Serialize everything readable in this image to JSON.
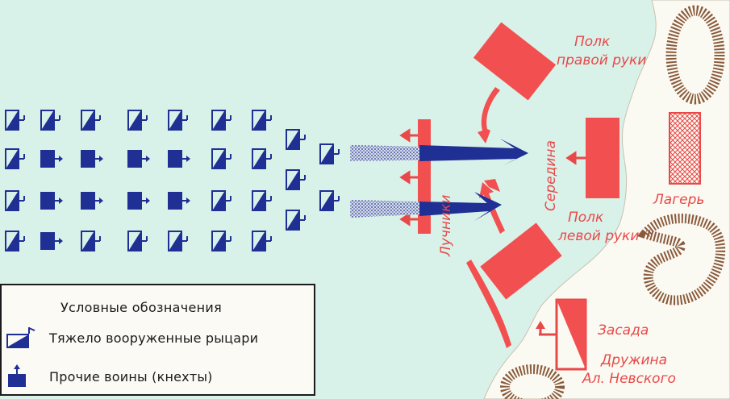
{
  "labels": {
    "right_regiment": [
      "Полк",
      "правой руки"
    ],
    "center": "Середина",
    "archers": "Лучники",
    "left_regiment": [
      "Полк",
      "левой руки"
    ],
    "camp": "Лагерь",
    "ambush": "Засада",
    "druzhina": [
      "Дружина",
      "Ал. Невского"
    ]
  },
  "legend": {
    "title": "Условные обозначения",
    "knights": "Тяжело вооруженные рыцари",
    "kneckhts": "Прочие воины (кнехты)"
  },
  "colors": {
    "water": "#d9f2e9",
    "land": "#fbfaf2",
    "russian": "#f25050",
    "crusader": "#1f2f93",
    "hill": "#8a5a3c"
  }
}
